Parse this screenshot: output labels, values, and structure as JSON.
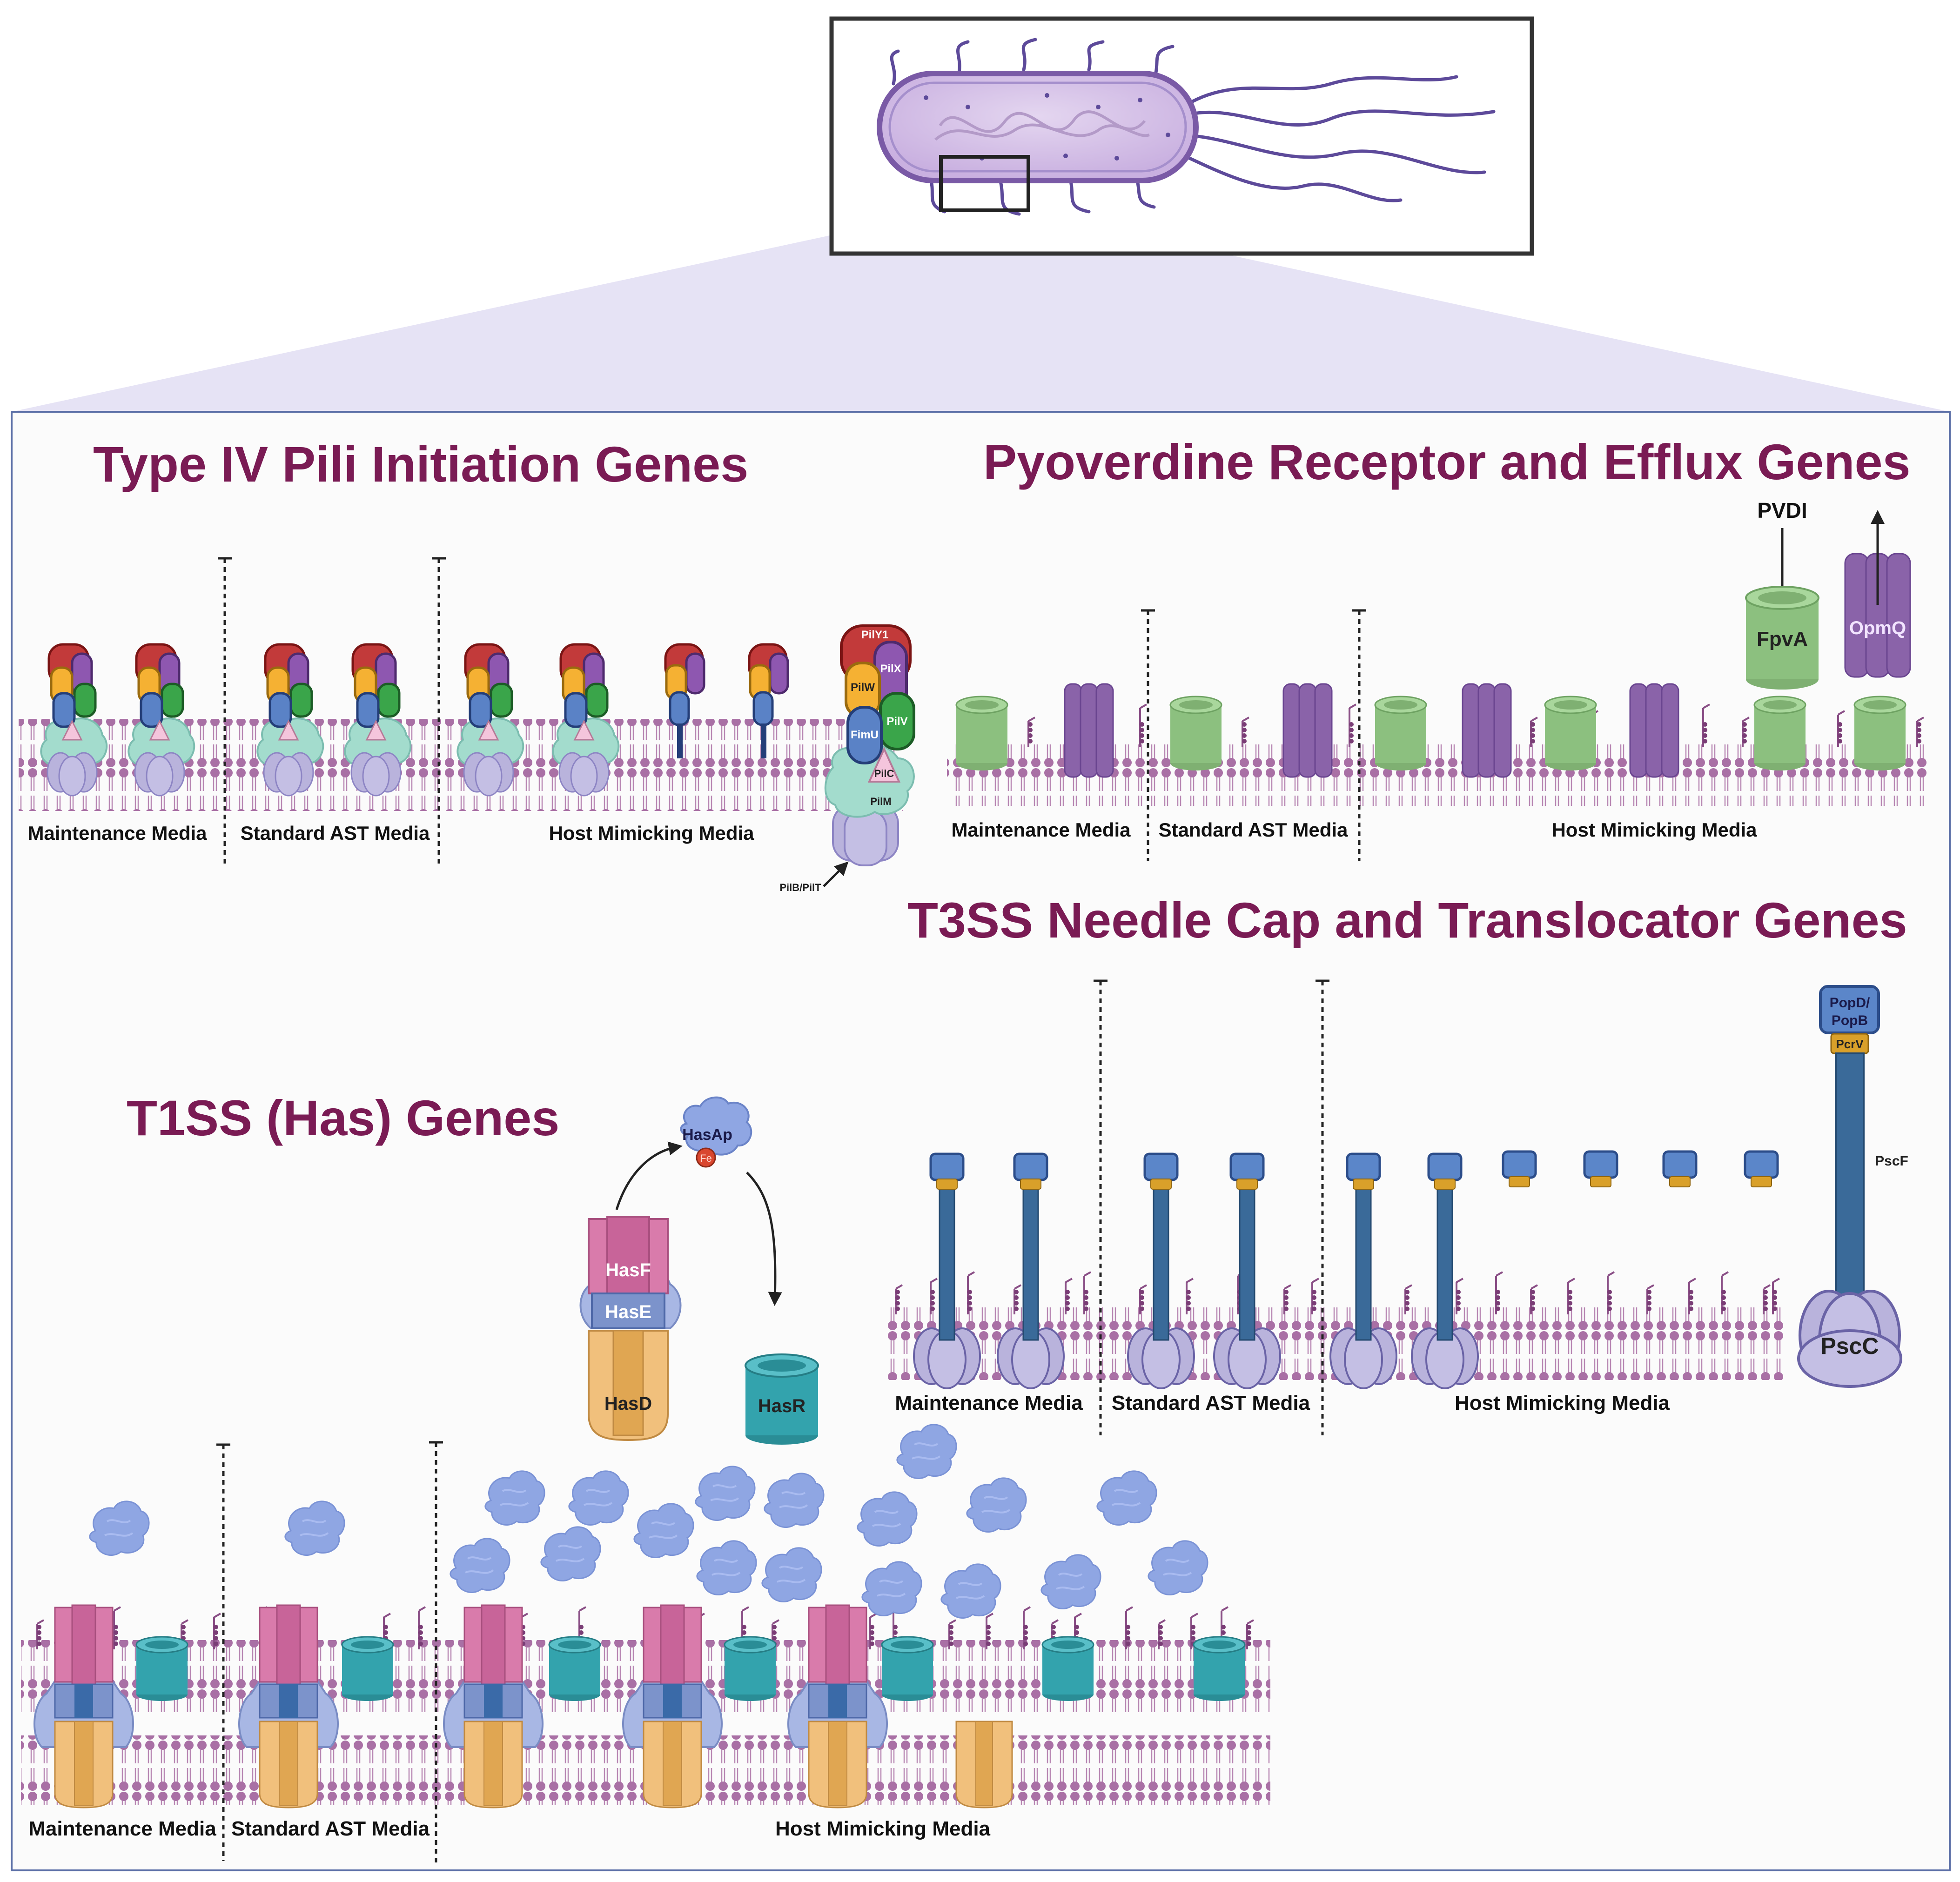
{
  "colors": {
    "title": "#7a1b54",
    "panel_bg": "#fbfbfb",
    "panel_border": "#5a6ea6",
    "zoom_wedge": "#e6e3f5",
    "membrane": "#a0619b",
    "cell_body": "#d6c3e6",
    "cell_outline": "#7a5aa6",
    "fpva": "#8cc07f",
    "opmq": "#8a63a9",
    "needle_tip": "#5b86c9",
    "needle_shaft": "#3a6a99",
    "pcrv": "#d9a02a",
    "base": "#b9b3dc",
    "hasf": "#d97bab",
    "hase": "#8aa1d6",
    "hasd": "#f1c07c",
    "hasr": "#33a3ad",
    "hasap": "#8fa6e3"
  },
  "overview": {
    "icons": [
      "bacterium-icon",
      "flagella-icon",
      "zoom-box-icon"
    ]
  },
  "sections": {
    "pili": {
      "title": "Type IV Pili Initiation Genes",
      "media": [
        "Maintenance Media",
        "Standard AST Media",
        "Host Mimicking Media"
      ],
      "legend": {
        "pily1": "PilY1",
        "pilx": "PilX",
        "pilw": "PilW",
        "pilv": "PilV",
        "fimu": "FimU",
        "pilc": "PilC",
        "pilm": "PilM",
        "pilbt": "PilB/PilT"
      }
    },
    "pyoverdine": {
      "title": "Pyoverdine Receptor and Efflux Genes",
      "media": [
        "Maintenance Media",
        "Standard AST Media",
        "Host Mimicking Media"
      ],
      "legend": {
        "pvdi": "PVDI",
        "fpva": "FpvA",
        "opmq": "OpmQ"
      }
    },
    "t3ss": {
      "title": "T3SS Needle Cap and Translocator Genes",
      "media": [
        "Maintenance Media",
        "Standard AST Media",
        "Host Mimicking Media"
      ],
      "legend": {
        "popdb": "PopD/\nPopB",
        "pcrv": "PcrV",
        "pscf": "PscF",
        "pscc": "PscC"
      }
    },
    "t1ss": {
      "title": "T1SS (Has) Genes",
      "media": [
        "Maintenance Media",
        "Standard AST Media",
        "Host Mimicking Media"
      ],
      "legend": {
        "hasap": "HasAp",
        "fe": "Fe",
        "hasf": "HasF",
        "hase": "HasE",
        "hasd": "HasD",
        "hasr": "HasR"
      }
    }
  }
}
